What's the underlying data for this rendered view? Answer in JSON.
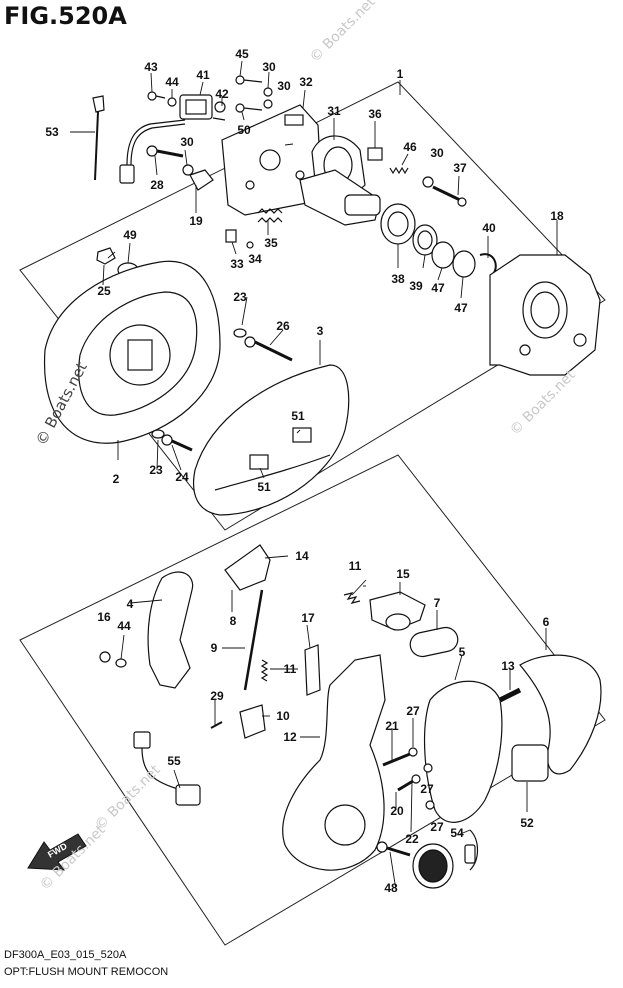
{
  "header": {
    "fig_title": "FIG.520A"
  },
  "footer": {
    "model_code": "DF300A_E03_015_520A",
    "caption": "OPT:FLUSH MOUNT REMOCON"
  },
  "watermark": {
    "text": "© Boats.net"
  },
  "fwd_label": "FWD",
  "parts": [
    {
      "id": "1",
      "label": "1"
    },
    {
      "id": "2",
      "label": "2"
    },
    {
      "id": "3",
      "label": "3"
    },
    {
      "id": "4",
      "label": "4"
    },
    {
      "id": "5",
      "label": "5"
    },
    {
      "id": "6",
      "label": "6"
    },
    {
      "id": "7",
      "label": "7"
    },
    {
      "id": "8",
      "label": "8"
    },
    {
      "id": "9",
      "label": "9"
    },
    {
      "id": "10",
      "label": "10"
    },
    {
      "id": "11a",
      "label": "11"
    },
    {
      "id": "11b",
      "label": "11"
    },
    {
      "id": "12",
      "label": "12"
    },
    {
      "id": "13",
      "label": "13"
    },
    {
      "id": "14",
      "label": "14"
    },
    {
      "id": "15",
      "label": "15"
    },
    {
      "id": "16",
      "label": "16"
    },
    {
      "id": "17",
      "label": "17"
    },
    {
      "id": "18",
      "label": "18"
    },
    {
      "id": "19",
      "label": "19"
    },
    {
      "id": "20",
      "label": "20"
    },
    {
      "id": "21",
      "label": "21"
    },
    {
      "id": "22",
      "label": "22"
    },
    {
      "id": "23a",
      "label": "23"
    },
    {
      "id": "23b",
      "label": "23"
    },
    {
      "id": "24",
      "label": "24"
    },
    {
      "id": "25",
      "label": "25"
    },
    {
      "id": "26",
      "label": "26"
    },
    {
      "id": "27a",
      "label": "27"
    },
    {
      "id": "27b",
      "label": "27"
    },
    {
      "id": "27c",
      "label": "27"
    },
    {
      "id": "28",
      "label": "28"
    },
    {
      "id": "29",
      "label": "29"
    },
    {
      "id": "30a",
      "label": "30"
    },
    {
      "id": "30b",
      "label": "30"
    },
    {
      "id": "30c",
      "label": "30"
    },
    {
      "id": "30d",
      "label": "30"
    },
    {
      "id": "31",
      "label": "31"
    },
    {
      "id": "32",
      "label": "32"
    },
    {
      "id": "33",
      "label": "33"
    },
    {
      "id": "34",
      "label": "34"
    },
    {
      "id": "35",
      "label": "35"
    },
    {
      "id": "36",
      "label": "36"
    },
    {
      "id": "37",
      "label": "37"
    },
    {
      "id": "38",
      "label": "38"
    },
    {
      "id": "39",
      "label": "39"
    },
    {
      "id": "40",
      "label": "40"
    },
    {
      "id": "41",
      "label": "41"
    },
    {
      "id": "42",
      "label": "42"
    },
    {
      "id": "43",
      "label": "43"
    },
    {
      "id": "44a",
      "label": "44"
    },
    {
      "id": "44b",
      "label": "44"
    },
    {
      "id": "45",
      "label": "45"
    },
    {
      "id": "46",
      "label": "46"
    },
    {
      "id": "47a",
      "label": "47"
    },
    {
      "id": "47b",
      "label": "47"
    },
    {
      "id": "48",
      "label": "48"
    },
    {
      "id": "49",
      "label": "49"
    },
    {
      "id": "50",
      "label": "50"
    },
    {
      "id": "51a",
      "label": "51"
    },
    {
      "id": "51b",
      "label": "51"
    },
    {
      "id": "52",
      "label": "52"
    },
    {
      "id": "53",
      "label": "53"
    },
    {
      "id": "54",
      "label": "54"
    },
    {
      "id": "55",
      "label": "55"
    }
  ]
}
